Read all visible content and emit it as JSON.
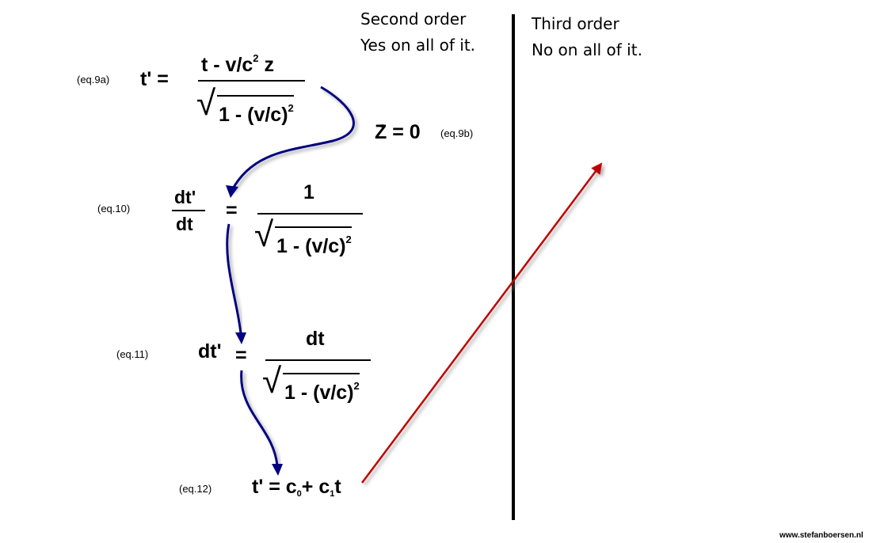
{
  "headers": {
    "second_order_title": "Second order",
    "second_order_text": "Yes on all of it.",
    "third_order_title": "Third order",
    "third_order_text": "No on all of it."
  },
  "equations": {
    "eq9a": {
      "label": "(eq.9a)",
      "lhs": "t' =",
      "num_a": "t - v/c",
      "num_sup": "2",
      "num_b": " z",
      "den": "1 - (v/c)",
      "den_sup": "2"
    },
    "eq9b": {
      "label": "(eq.9b)",
      "lhs": "Z",
      "rhs": " = 0"
    },
    "eq10": {
      "label": "(eq.10)",
      "num_l": "dt'",
      "den_l": "dt",
      "eq": "=",
      "num": "1",
      "den": "1 - (v/c)",
      "den_sup": "2"
    },
    "eq11": {
      "label": "(eq.11)",
      "lhs": "dt'",
      "eq": "=",
      "num": "dt",
      "den": "1 - (v/c)",
      "den_sup": "2"
    },
    "eq12": {
      "label": "(eq.12)",
      "a": "t' = c",
      "sub0": "0",
      "b": "+ c",
      "sub1": "1",
      "c": "t"
    }
  },
  "watermark": "www.stefanboersen.nl",
  "colors": {
    "flow_arrow": "#000080",
    "jump_arrow": "#c00000",
    "divider": "#000000"
  }
}
